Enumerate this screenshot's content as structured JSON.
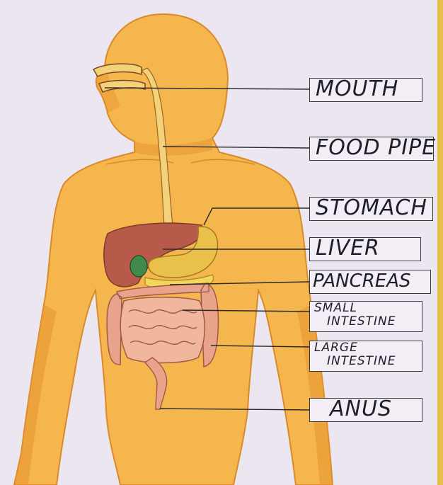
{
  "labels": {
    "mouth": "MOUTH",
    "food_pipe": "FOOD PIPE",
    "stomach": "STOMACH",
    "liver": "LIVER",
    "pancreas": "PANCREAS",
    "small_intestine_1": "SMALL",
    "small_intestine_2": "INTESTINE",
    "large_intestine_1": "LARGE",
    "large_intestine_2": "INTESTINE",
    "anus": "ANUS"
  },
  "colors": {
    "skin": "#f6b64e",
    "skin_shadow": "#e7962f",
    "liver": "#b85a4a",
    "stomach": "#e8c04a",
    "gall_bladder": "#3f8a4a",
    "intestine": "#e9a38a",
    "food_pipe": "#f3d27a",
    "background": "#ece6f0"
  }
}
